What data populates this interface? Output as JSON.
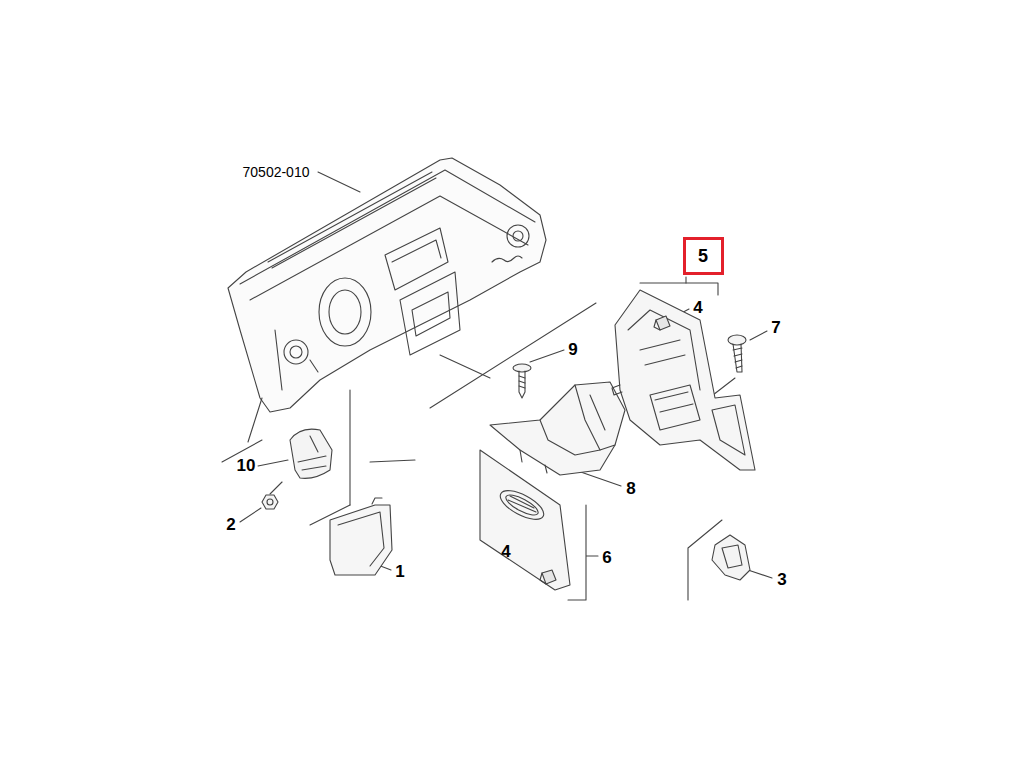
{
  "diagram": {
    "nodes": [
      {
        "text": [
          "5"
        ]
      }
    ],
    "labels": [
      "70502-010",
      "4",
      "7",
      "9",
      "10",
      "2",
      "8",
      "1",
      "4",
      "6",
      "3"
    ]
  }
}
